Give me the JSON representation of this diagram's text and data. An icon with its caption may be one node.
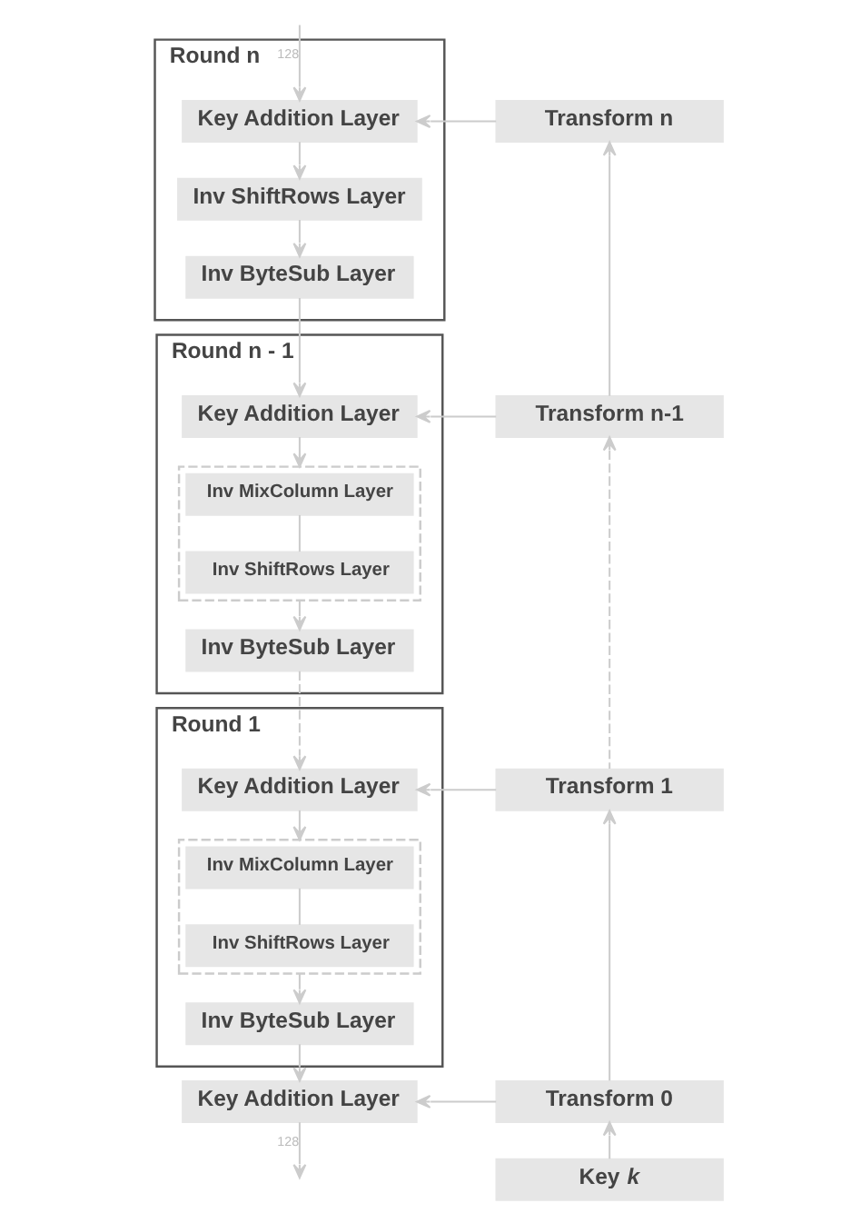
{
  "diagram": {
    "nodes": [
      {
        "text": [
          "Round n"
        ]
      },
      {
        "text": [
          "Key Addition Layer"
        ],
        "in": 0
      },
      {
        "text": [
          "Inv ShiftRows Layer"
        ],
        "in": 0
      },
      {
        "text": [
          "Inv ByteSub Layer"
        ],
        "in": 0
      },
      {
        "text": [
          "Round n - 1"
        ]
      },
      {
        "text": [
          "Key Addition Layer"
        ],
        "in": 4
      },
      {
        "text": [],
        "shape": "box",
        "in": 4
      },
      {
        "text": [
          "Inv MixColumn Layer"
        ],
        "in": 6
      },
      {
        "text": [
          "Inv ShiftRows Layer"
        ],
        "in": 6
      },
      {
        "text": [
          "Inv ByteSub Layer"
        ],
        "in": 4
      },
      {
        "text": [
          "Round 1"
        ]
      },
      {
        "text": [
          "Key Addition Layer"
        ],
        "in": 10
      },
      {
        "text": [],
        "shape": "box",
        "in": 10
      },
      {
        "text": [
          "Inv MixColumn Layer"
        ],
        "in": 12
      },
      {
        "text": [
          "Inv ShiftRows Layer"
        ],
        "in": 12
      },
      {
        "text": [
          "Inv ByteSub Layer"
        ],
        "in": 10
      },
      {
        "text": [
          "Key Addition Layer"
        ]
      },
      {
        "text": [
          "Transform n"
        ]
      },
      {
        "text": [
          "Transform n-1"
        ]
      },
      {
        "text": [
          "Transform 1"
        ]
      },
      {
        "text": [
          "Transform 0"
        ]
      },
      {
        "text": [
          "Key *k*"
        ]
      }
    ],
    "edges": [
      {
        "from": null,
        "to": 1,
        "arrow": "to",
        "label": "128"
      },
      {
        "from": 1,
        "to": 2,
        "arrow": "to"
      },
      {
        "from": 2,
        "to": 3,
        "arrow": "to"
      },
      {
        "from": 3,
        "to": 5,
        "arrow": "to"
      },
      {
        "from": 5,
        "to": 6,
        "arrow": "to"
      },
      {
        "from": 7,
        "to": 8,
        "arrow": "none"
      },
      {
        "from": 6,
        "to": 9,
        "arrow": "to"
      },
      {
        "from": 9,
        "to": 11,
        "arrow": "to",
        "style": "dashed"
      },
      {
        "from": 11,
        "to": 12,
        "arrow": "to"
      },
      {
        "from": 13,
        "to": 14,
        "arrow": "none"
      },
      {
        "from": 12,
        "to": 15,
        "arrow": "to"
      },
      {
        "from": 15,
        "to": 16,
        "arrow": "to"
      },
      {
        "from": 16,
        "to": null,
        "arrow": "to",
        "label": "128"
      },
      {
        "from": 17,
        "to": 1,
        "arrow": "to"
      },
      {
        "from": 18,
        "to": 5,
        "arrow": "to"
      },
      {
        "from": 19,
        "to": 11,
        "arrow": "to"
      },
      {
        "from": 20,
        "to": 16,
        "arrow": "to"
      },
      {
        "from": 18,
        "to": 17,
        "arrow": "to"
      },
      {
        "from": 19,
        "to": 18,
        "arrow": "to",
        "style": "dashed"
      },
      {
        "from": 20,
        "to": 19,
        "arrow": "to"
      },
      {
        "from": 21,
        "to": 20,
        "arrow": "to"
      }
    ]
  }
}
